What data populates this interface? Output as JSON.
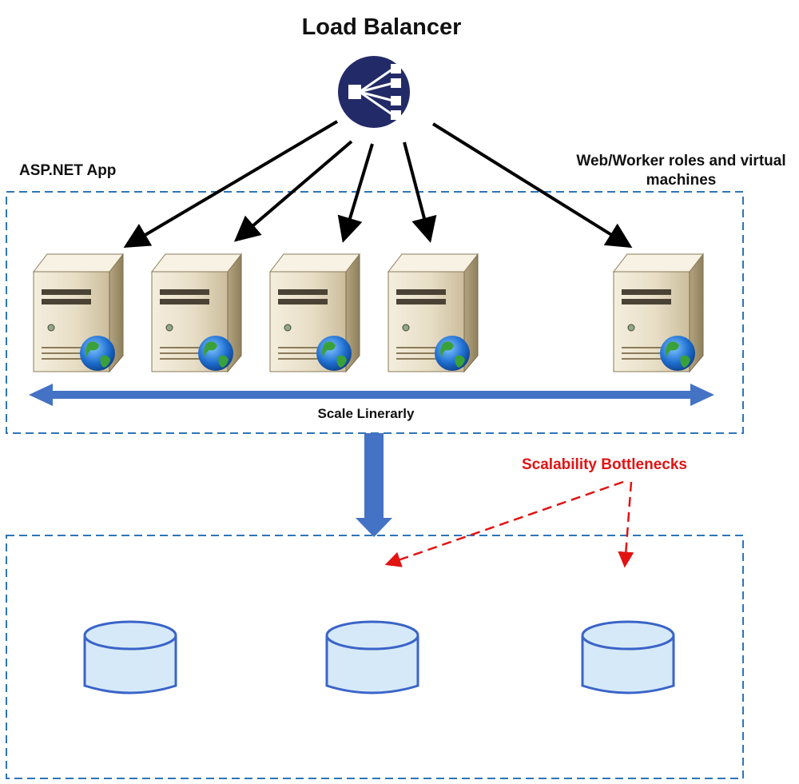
{
  "title": "Load Balancer",
  "app_group": {
    "label": "ASP.NET App",
    "right_label": "Web/Worker roles and virtual machines",
    "scale_label": "Scale Linerarly"
  },
  "bottleneck_label": "Scalability Bottlenecks",
  "databases": [
    {
      "title": "NoSQL Database",
      "subtitle": "DocumentDB"
    },
    {
      "title": "Relational DB",
      "subtitle": "SQL Database"
    },
    {
      "title": "ASP.NET Session Storage",
      "subtitle": "SQL Database"
    }
  ],
  "colors": {
    "load_balancer": "#232a68",
    "dashed_border": "#2e75b6",
    "scale_arrow": "#4472c4",
    "bottleneck": "#e21313",
    "db_box": "#fce4d6",
    "cylinder_fill": "#d6e9f8",
    "cylinder_stroke": "#3a64c8",
    "server_body": "#e6dcc4"
  },
  "icons": {
    "load_balancer": "load-balancer-icon",
    "server": "server-icon",
    "globe": "globe-icon",
    "database": "database-cylinder-icon"
  }
}
